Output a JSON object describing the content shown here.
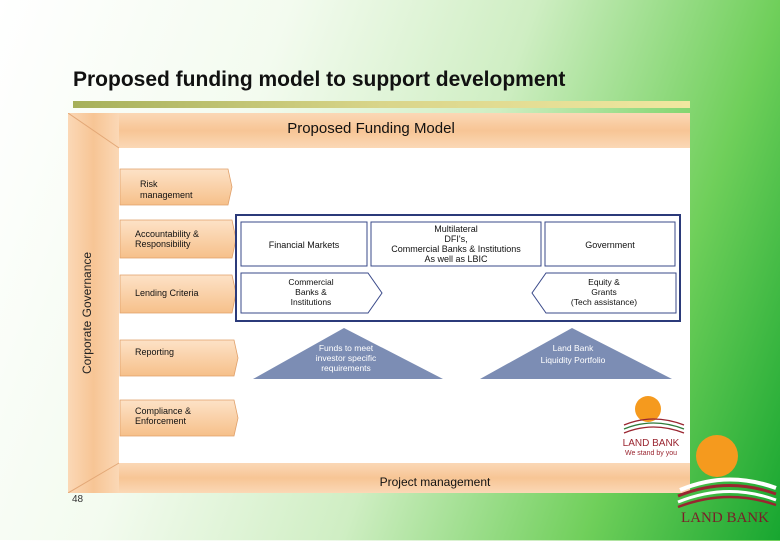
{
  "slide": {
    "title": "Proposed funding model to support development",
    "page_number": "48"
  },
  "diagram": {
    "header": "Proposed Funding Model",
    "footer": "Project management",
    "side_label": "Corporate Governance",
    "tags": [
      [
        "Risk",
        "management"
      ],
      [
        "Accountability &",
        "Responsibility"
      ],
      [
        "Lending Criteria"
      ],
      [
        "Reporting"
      ],
      [
        "Compliance &",
        "Enforcement"
      ]
    ],
    "top_boxes": [
      [
        "Financial Markets"
      ],
      [
        "Multilateral",
        "DFI's,",
        "Commercial Banks & Institutions",
        "As well as LBIC"
      ],
      [
        "Government"
      ]
    ],
    "left_arrow": [
      "Commercial",
      "Banks &",
      "Institutions"
    ],
    "right_arrow": [
      "Equity &",
      "Grants",
      "(Tech assistance)"
    ],
    "left_triangle": [
      "Funds to meet",
      "investor specific",
      "requirements"
    ],
    "right_triangle": [
      "Land Bank",
      "Liquidity Portfolio"
    ]
  },
  "logos": {
    "small_name": "LAND BANK",
    "small_tagline": "We stand by you",
    "big_name": "LAND BANK"
  },
  "colors": {
    "frame_orange": "#f6c08a",
    "frame_light": "#fde8d3",
    "box_border": "#2b3a7a",
    "triangle_fill": "#7c8db4",
    "sun_orange": "#f59a1e",
    "logo_red": "#9a2530"
  }
}
